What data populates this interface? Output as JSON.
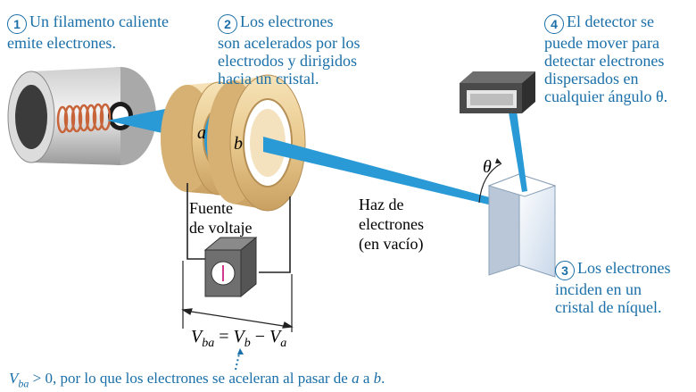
{
  "callouts": [
    {
      "num": "1",
      "line1": "Un filamento caliente",
      "line2": "emite electrones."
    },
    {
      "num": "2",
      "line1": "Los electrones",
      "line2": "son acelerados por los",
      "line3": "electrodos y dirigidos",
      "line4": "hacia un cristal."
    },
    {
      "num": "4",
      "line1": "El detector se",
      "line2": "puede mover para",
      "line3": "detectar electrones",
      "line4": "dispersados en",
      "line5": "cualquier ángulo θ."
    },
    {
      "num": "3",
      "line1": "Los electrones",
      "line2": "inciden en un",
      "line3": "cristal de níquel."
    }
  ],
  "labels": {
    "electrode_a": "a",
    "electrode_b": "b",
    "theta": "θ",
    "source_line1": "Fuente",
    "source_line2": "de voltaje",
    "beam_line1": "Haz de",
    "beam_line2": "electrones",
    "beam_line3": "(en vacío)"
  },
  "formula": {
    "lhs": "V",
    "lhs_sub": "ba",
    "eq": " = ",
    "v1": "V",
    "v1_sub": "b",
    "minus": " − ",
    "v2": "V",
    "v2_sub": "a"
  },
  "caption": {
    "v": "V",
    "v_sub": "ba",
    "rest": " > 0, por lo que los electrones se aceleran al pasar de ",
    "a": "a",
    "mid": " a ",
    "b": "b",
    "end": "."
  },
  "colors": {
    "label_blue": "#1a6fa8",
    "beam_blue": "#2a9ad6",
    "electrode_gold": "#e9c98d",
    "coil_orange": "#c8643a"
  }
}
